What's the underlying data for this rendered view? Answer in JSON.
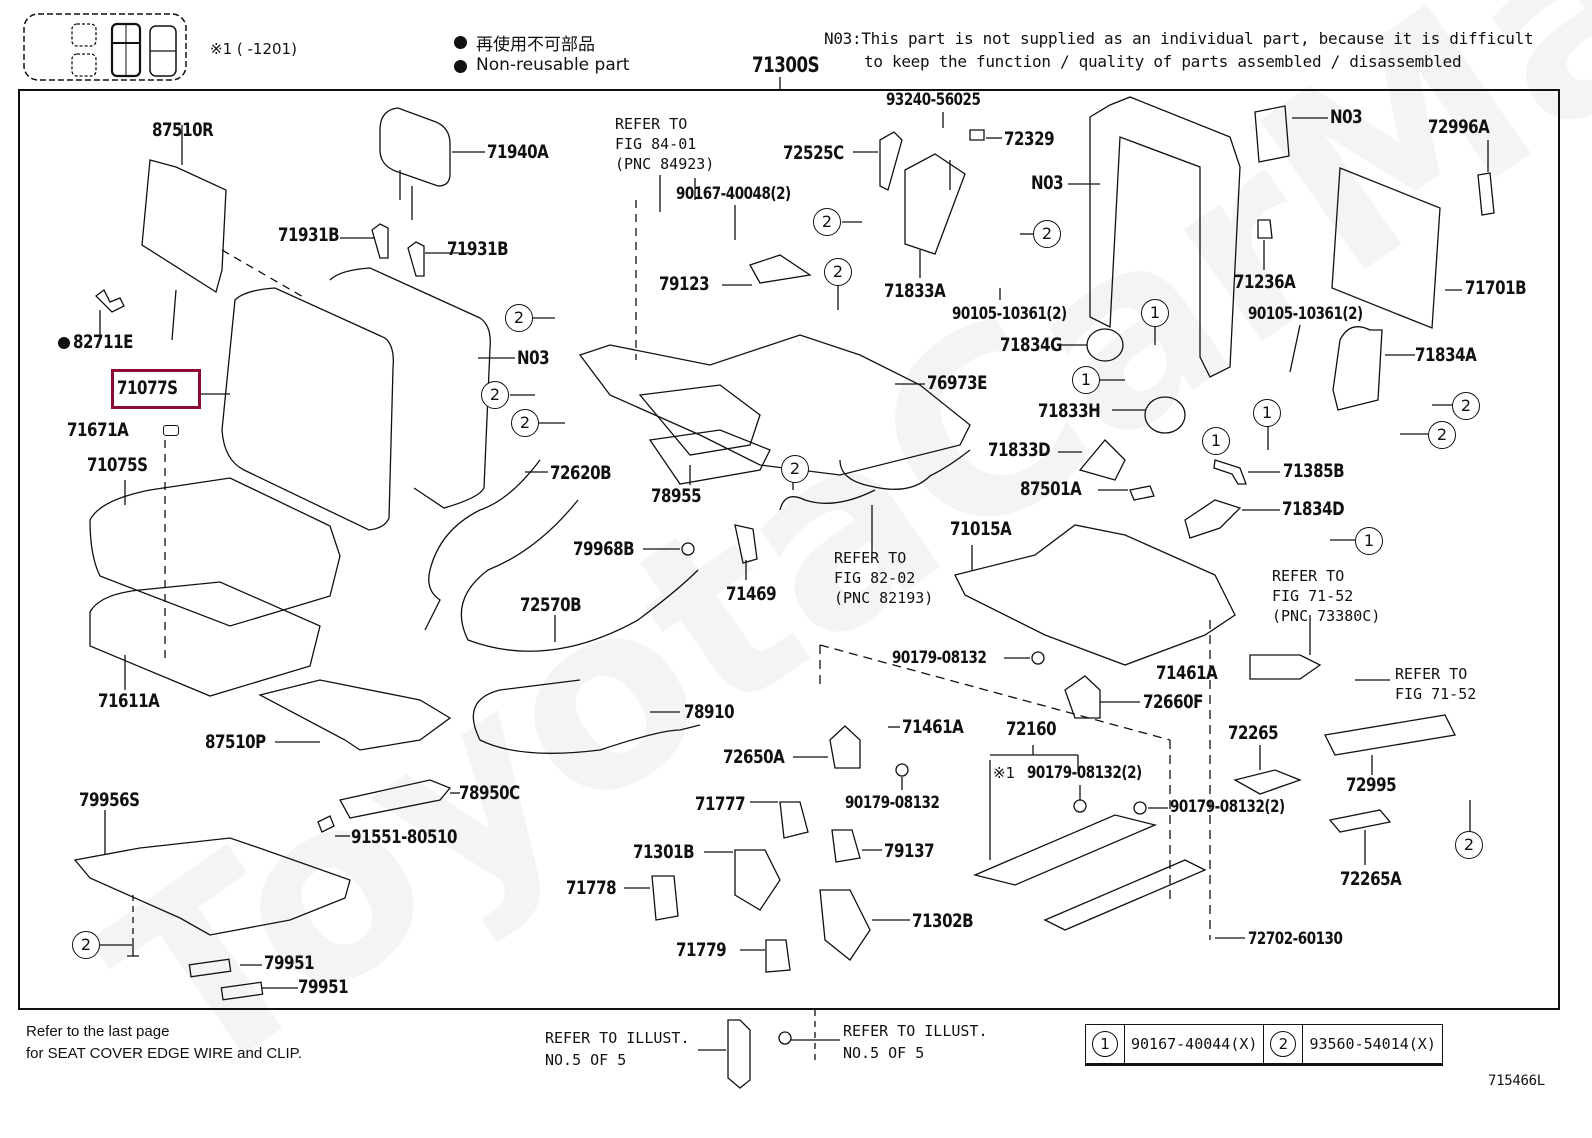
{
  "header": {
    "variant_note": "※1 (     -1201)",
    "legend_jp": "再使用不可部品",
    "legend_en": "Non-reusable part",
    "assembly_number": "71300S",
    "n03_note_line1": "N03:This part is not supplied as an individual part, because it is difficult",
    "n03_note_line2": "to keep the function / quality of parts assembled / disassembled"
  },
  "icons": {
    "seat_layout": "seat-layout-icon",
    "non_reusable_bullet": "filled-circle-bullet-icon",
    "callout_1": "circled-1-icon",
    "callout_2": "circled-2-icon"
  },
  "selected_part": "71077S",
  "parts": {
    "p87510R": "87510R",
    "p71940A": "71940A",
    "p71931B_a": "71931B",
    "p71931B_b": "71931B",
    "p82711E": "82711E",
    "p71077S": "71077S",
    "pN03_a": "N03",
    "p71671A": "71671A",
    "p71075S": "71075S",
    "p71611A": "71611A",
    "p87510P": "87510P",
    "p79956S": "79956S",
    "p78950C": "78950C",
    "p91551": "91551-80510",
    "p79951_a": "79951",
    "p79951_b": "79951",
    "p90167_40048": "90167-40048(2)",
    "p79123": "79123",
    "p76973E": "76973E",
    "p72620B": "72620B",
    "p78955": "78955",
    "p79968B": "79968B",
    "p71469": "71469",
    "p72570B": "72570B",
    "p78910": "78910",
    "p72650A": "72650A",
    "p71461A_a": "71461A",
    "p90179_a": "90179-08132",
    "p71777": "71777",
    "p71301B": "71301B",
    "p71778": "71778",
    "p79137": "79137",
    "p71302B": "71302B",
    "p71779": "71779",
    "p93240": "93240-56025",
    "p72525C": "72525C",
    "p72329": "72329",
    "p71833A": "71833A",
    "p90105_a": "90105-10361(2)",
    "p71834G": "71834G",
    "p71833H": "71833H",
    "p71833D": "71833D",
    "p87501A": "87501A",
    "pN03_b": "N03",
    "pN03_c": "N03",
    "p72996A": "72996A",
    "p71236A": "71236A",
    "p71701B": "71701B",
    "p90105_b": "90105-10361(2)",
    "p71834A": "71834A",
    "p71385B": "71385B",
    "p71834D": "71834D",
    "p71015A": "71015A",
    "p90179_b": "90179-08132",
    "p71461A_b": "71461A",
    "p72660F": "72660F",
    "p72160": "72160",
    "p90179_c": "90179-08132(2)",
    "p90179_c_mark": "※1",
    "p90179_d": "90179-08132(2)",
    "p72265": "72265",
    "p72995": "72995",
    "p72265A": "72265A",
    "p72702": "72702-60130"
  },
  "references": {
    "fig84": "REFER TO\nFIG 84-01\n(PNC 84923)",
    "fig82": "REFER TO\nFIG 82-02\n(PNC 82193)",
    "fig71_c": "REFER TO\nFIG 71-52\n(PNC 73380C)",
    "fig71": "REFER TO\nFIG 71-52"
  },
  "callouts": {
    "one": "1",
    "two": "2"
  },
  "footer": {
    "note_line1": "Refer to the last page",
    "note_line2": "for SEAT COVER EDGE WIRE and CLIP.",
    "illust_ref_left": "REFER TO ILLUST.\nNO.5 OF 5",
    "illust_ref_right": "REFER TO ILLUST.\nNO.5 OF 5",
    "legend": [
      {
        "mark": "1",
        "part": "90167-40044(X)"
      },
      {
        "mark": "2",
        "part": "93560-54014(X)"
      }
    ],
    "diagram_id": "715466L"
  },
  "watermark": "ToyotaCarMart"
}
